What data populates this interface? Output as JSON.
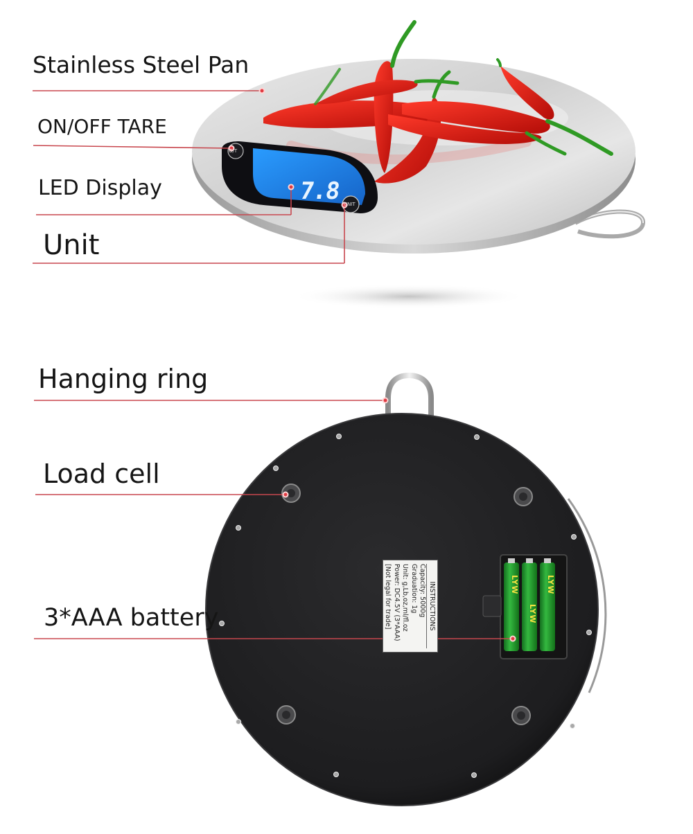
{
  "callouts": {
    "stainless_steel_pan": "Stainless Steel Pan",
    "on_off_tare": "ON/OFF TARE",
    "led_display": "LED Display",
    "unit": "Unit",
    "hanging_ring": "Hanging ring",
    "load_cell": "Load cell",
    "battery": "3*AAA battery"
  },
  "scale_top": {
    "display_value": "7.8",
    "unit_button": "UNIT",
    "tare_button": "O/T"
  },
  "instructions_label": {
    "title": "INSTRUCTIONS",
    "capacity": "Capacity: 5000g",
    "graduation": "Graduation: 1g",
    "unit": "Unit: g,Lb,oz,ml/fl.oz",
    "power": "Power: DC4.5V (3*AAA)",
    "legal": "[Not legal for trade]"
  },
  "battery_brand": "LYW",
  "colors": {
    "callout_line": "#c8474e",
    "callout_dot": "#e03a42",
    "scale_body": "#1f1f21",
    "pan_steel": "#d6d6d6",
    "lcd_blue": "#1d8bf0",
    "battery_green": "#1f8a2a",
    "chili_red": "#d4160f"
  }
}
